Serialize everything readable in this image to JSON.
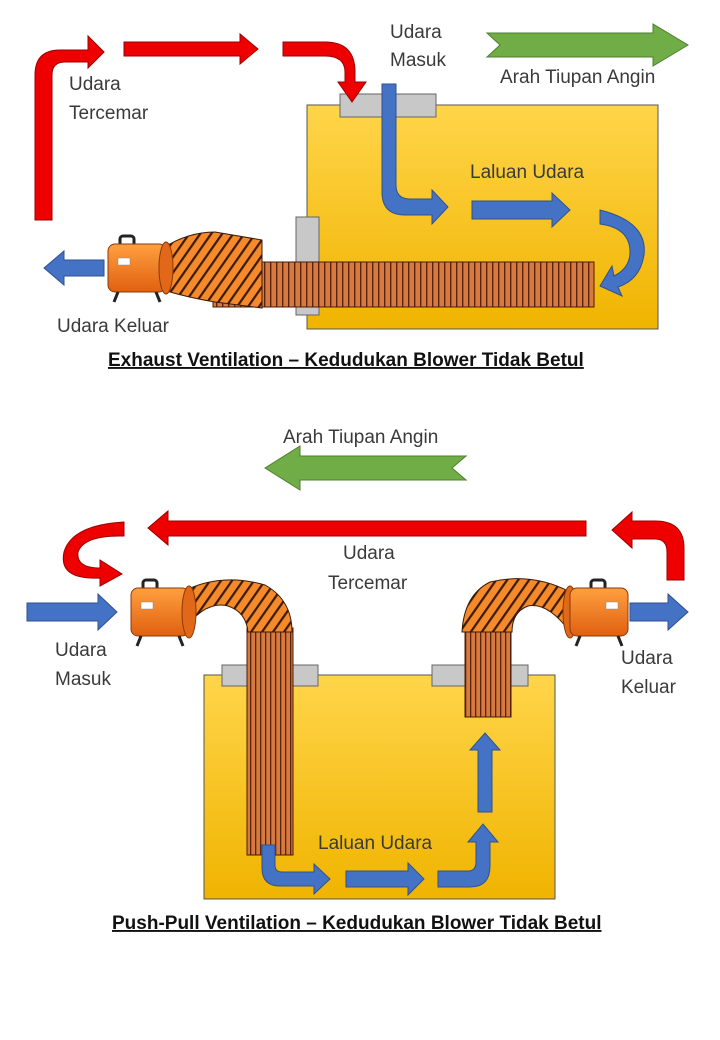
{
  "colors": {
    "polluted_arrow": "#ee0000",
    "airflow_arrow": "#4472c4",
    "wind_arrow": "#70ad47",
    "tank_fill_top": "#ffd54a",
    "tank_fill_bottom": "#f2b800",
    "flange": "#c8c8c8",
    "duct": "#c8612a",
    "blower_body": "#f07a1a"
  },
  "exhaust": {
    "title": "Exhaust Ventilation – Kedudukan Blower Tidak Betul",
    "labels": {
      "polluted_line1": "Udara",
      "polluted_line2": "Tercemar",
      "inlet_line1": "Udara",
      "inlet_line2": "Masuk",
      "wind": "Arah Tiupan Angin",
      "airflow": "Laluan Udara",
      "outlet": "Udara Keluar"
    }
  },
  "pushpull": {
    "title": "Push-Pull Ventilation – Kedudukan Blower Tidak Betul",
    "labels": {
      "wind": "Arah Tiupan Angin",
      "polluted_line1": "Udara",
      "polluted_line2": "Tercemar",
      "inlet_line1": "Udara",
      "inlet_line2": "Masuk",
      "outlet_line1": "Udara",
      "outlet_line2": "Keluar",
      "airflow": "Laluan Udara"
    }
  }
}
